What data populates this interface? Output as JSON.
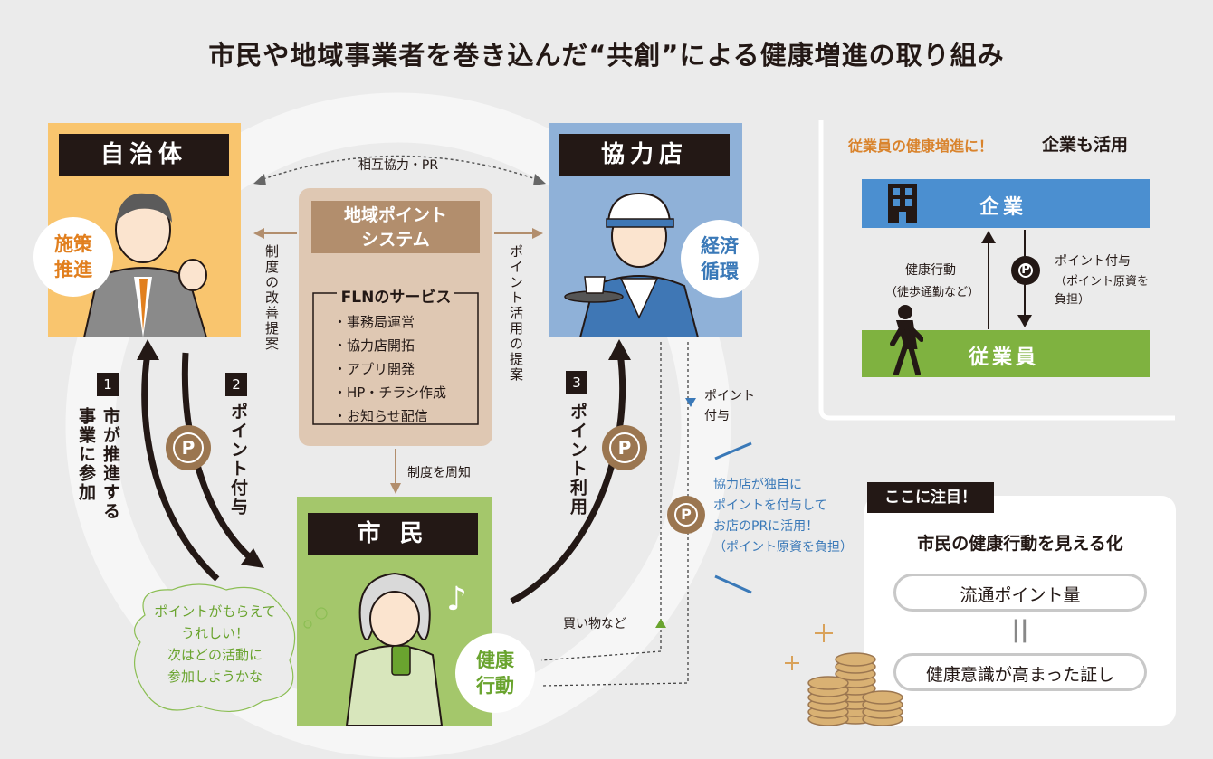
{
  "title": "市民や地域事業者を巻き込んだ“共創”による健康増進の取り組み",
  "panels": {
    "jichitai": {
      "title": "自治体",
      "badge": "施策\n推進"
    },
    "kyoryokuten": {
      "title": "協力店",
      "badge": "経済\n循環"
    },
    "shimin": {
      "title": "市 民",
      "badge": "健康\n行動"
    }
  },
  "system": {
    "head": "地域ポイント\nシステム",
    "fln_title": "FLNのサービス",
    "items": [
      "・事務局運営",
      "・協力店開拓",
      "・アプリ開発",
      "・HP・チラシ作成",
      "・お知らせ配信"
    ]
  },
  "labels": {
    "mutual": "相互協力・PR",
    "seido_kaizen": "制度の改善提案",
    "point_katsuyo": "ポイント活用の提案",
    "seido_shuchi": "制度を周知",
    "kaimono": "買い物など",
    "point_fuyo_small": "ポイント\n付与"
  },
  "steps": [
    {
      "num": "1",
      "text": "市が推進する\n事業に参加"
    },
    {
      "num": "2",
      "text": "ポイント付与"
    },
    {
      "num": "3",
      "text": "ポイント利用"
    }
  ],
  "point_symbol": "P",
  "thought": "ポイントがもらえて\nうれしい！\n次はどの活動に\n参加しようかな",
  "shop_note": "協力店が独自に\nポイントを付与して\nお店のPRに活用！\n（ポイント原資を負担）",
  "company": {
    "heading_accent": "従業員の健康増進に！",
    "heading_main": "企業も活用",
    "company_label": "企業",
    "employee_label": "従業員",
    "left_text": "健康行動",
    "left_sub": "（徒歩通勤など）",
    "right_text": "ポイント付与",
    "right_sub": "（ポイント原資を\n負担）"
  },
  "focus": {
    "tag": "ここに注目！",
    "heading": "市民の健康行動を見える化",
    "pill1": "流通ポイント量",
    "equals": "||",
    "pill2": "健康意識が高まった証し"
  },
  "colors": {
    "jichitai_bg": "#f9c56e",
    "kyoryokuten_bg": "#8fb1d8",
    "shimin_bg": "#a4c76b",
    "orange_text": "#e17f1e",
    "blue_text": "#3a79b8",
    "green_text": "#6aa42f",
    "brown": "#9b7650",
    "company_blue": "#4b8fd0",
    "employee_green": "#7fb240"
  },
  "icons": [
    "point-coin-icon",
    "building-icon",
    "walking-person-icon",
    "music-note-icon",
    "coin-stack-icon",
    "sparkle-icon"
  ]
}
